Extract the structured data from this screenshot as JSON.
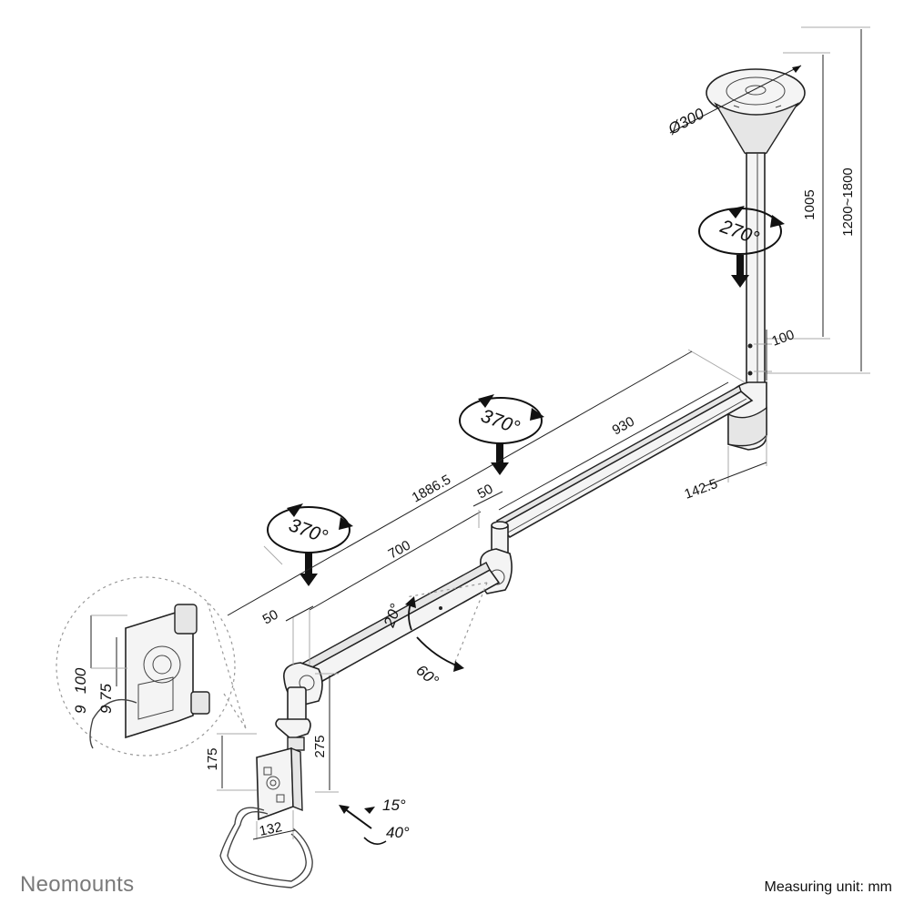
{
  "brand": "Neomounts",
  "measuring_unit": "Measuring unit: mm",
  "dimensions": {
    "ceiling_plate_diameter": "Ø300",
    "pole_length": "1005",
    "total_height": "1200~1800",
    "pole_adjust_step": "100",
    "arm_segment_long": "930",
    "arm_total": "1886.5",
    "arm_segment_short": "700",
    "joint_offset_middle": "50",
    "joint_offset_front": "50",
    "pole_offset": "142.5",
    "vertical_drop": "275",
    "vesa_height": "175",
    "vesa_width": "132",
    "detail_height_a": "100",
    "detail_height_b": "75",
    "detail_prefix_a": "9",
    "detail_prefix_b": "9"
  },
  "rotations": {
    "ceiling_joint": "270°",
    "middle_joint": "370°",
    "front_joint": "370°"
  },
  "angles": {
    "tilt_up": "20°",
    "tilt_down": "60°",
    "swivel": "15°",
    "rotate": "40°"
  },
  "icons": {
    "rotation": "rotation-arrow-icon",
    "down_arrow": "down-arrow-icon"
  }
}
